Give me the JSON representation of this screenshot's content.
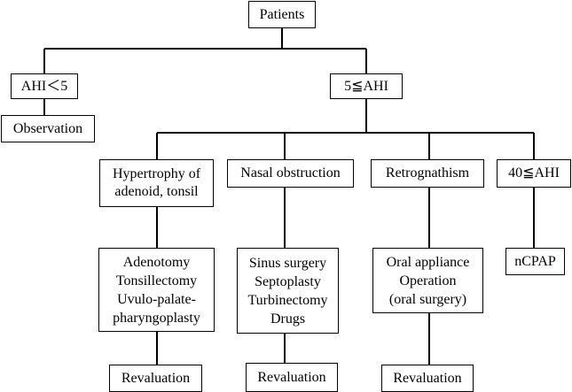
{
  "nodes": {
    "patients": "Patients",
    "ahi_lt5": "AHI＜5",
    "ahi_ge5": "5≦AHI",
    "observation": "Observation",
    "hypertrophy": "Hypertrophy of\nadenoid, tonsil",
    "nasal": "Nasal obstruction",
    "retrognathism": "Retrognathism",
    "ahi_ge40": "40≦AHI",
    "adenotomy": "Adenotomy\nTonsillectomy\nUvulo-palate-\npharyngoplasty",
    "sinus": "Sinus surgery\nSeptoplasty\nTurbinectomy\nDrugs",
    "oral": "Oral appliance\nOperation\n(oral surgery)",
    "ncpap": "nCPAP",
    "reval1": "Revaluation",
    "reval2": "Revaluation",
    "reval3": "Revaluation"
  }
}
